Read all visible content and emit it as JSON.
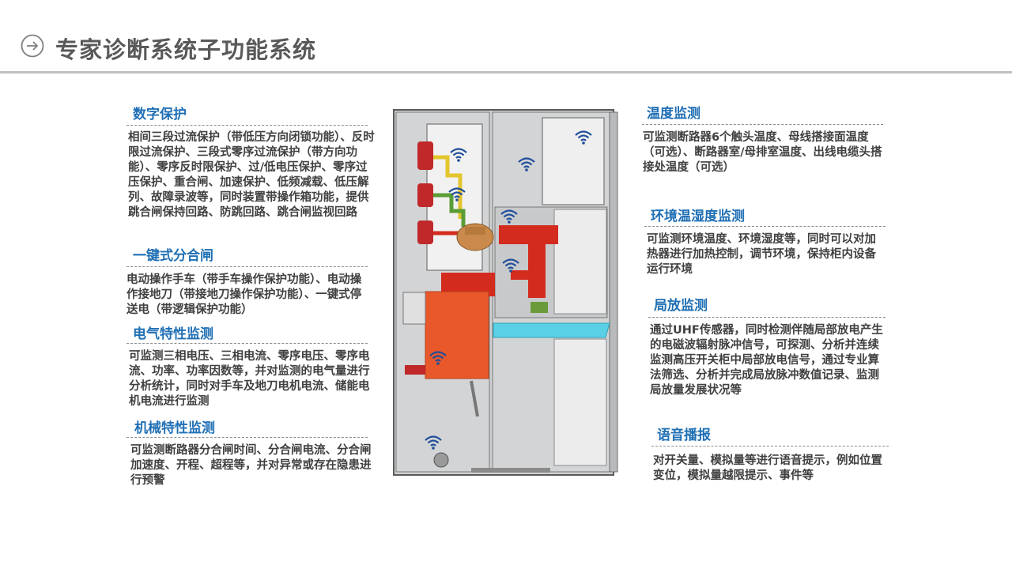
{
  "header": {
    "title": "专家诊断系统子功能系统",
    "icon": "arrow-right-circle-icon"
  },
  "sections": {
    "digital_protection": {
      "title": "数字保护",
      "body": "相间三段过流保护（带低压方向闭锁功能）、反时限过流保护、三段式零序过流保护（带方向功能）、零序反时限保护、过/低电压保护、零序过压保护、重合闸、加速保护、低频减载、低压解列、故障录波等，同时装置带操作箱功能，提供跳合闸保持回路、防跳回路、跳合闸监视回路"
    },
    "one_key": {
      "title": "一键式分合闸",
      "body": "电动操作手车（带手车操作保护功能）、电动操作接地刀（带接地刀操作保护功能）、一键式停送电（带逻辑保护功能）"
    },
    "electrical": {
      "title": "电气特性监测",
      "body": "可监测三相电压、三相电流、零序电压、零序电流、功率、功率因数等，并对监测的电气量进行分析统计，同时对手车及地刀电机电流、储能电机电流进行监测"
    },
    "mechanical": {
      "title": "机械特性监测",
      "body": "可监测断路器分合闸时间、分合闸电流、分合闸加速度、开程、超程等，并对异常或存在隐患进行预警"
    },
    "temperature": {
      "title": "温度监测",
      "body": "可监测断路器6个触头温度、母线搭接面温度（可选）、断路器室/母排室温度、出线电缆头搭接处温度（可选）"
    },
    "environment": {
      "title": "环境温湿度监测",
      "body": "可监测环境温度、环境湿度等，同时可以对加热器进行加热控制，调节环境，保持柜内设备运行环境"
    },
    "partial_discharge": {
      "title": "局放监测",
      "body": "通过UHF传感器，同时检测伴随局部放电产生的电磁波辐射脉冲信号，可探测、分析并连续监测高压开关柜中局部放电信号，通过专业算法筛选、分析并完成局放脉冲数值记录、监测局放量发展状况等"
    },
    "voice": {
      "title": "语音播报",
      "body": "对开关量、模拟量等进行语音提示，例如位置变位，模拟量越限提示、事件等"
    }
  },
  "colors": {
    "title_blue": "#1f6fb5",
    "heading_gray": "#595959",
    "wifi_blue": "#1f4e9a",
    "breaker_orange": "#e8582a",
    "busbar_red": "#d42b1f",
    "cable_cyan": "#5ad0e6"
  },
  "diagram": {
    "name": "switchgear-cabinet-diagram",
    "wifi_icon": "wifi-sensor-icon"
  }
}
